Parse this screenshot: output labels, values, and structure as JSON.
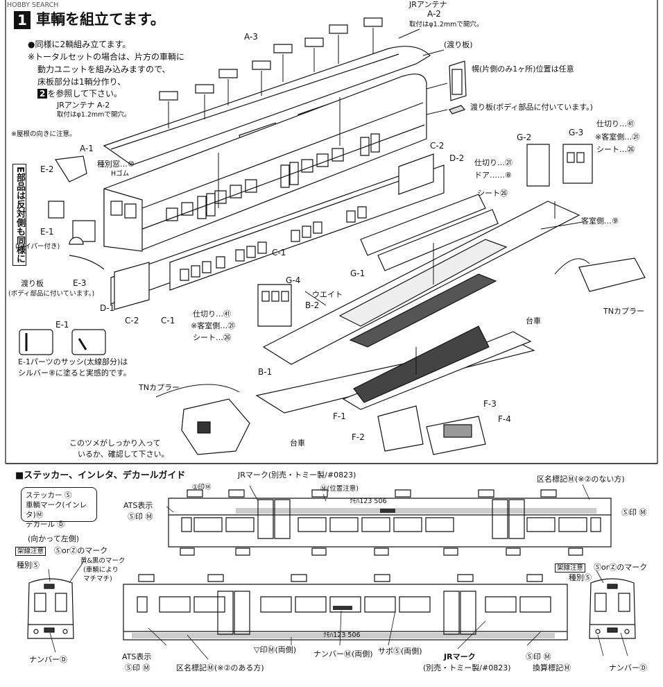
{
  "watermark": "HOBBY SEARCH",
  "step": {
    "number": "1",
    "title": "車輌を組立てます。"
  },
  "intro": {
    "line1": "●同様に2輌組み立てます。",
    "line2": "※トータルセットの場合は、片方の車輌に",
    "line3": "動力ユニットを組み込みますので、",
    "line4": "床板部分は1輌分作り、",
    "line5_num": "2",
    "line5": "を参照して下さい。"
  },
  "labels": {
    "jr_antenna_top": "JRアンテナ",
    "a2_top": "A-2",
    "a2_note_top": "取付はφ1.2mmで開穴。",
    "a3": "A-3",
    "watariita_top": "(渡り板)",
    "horo": "幌(片側のみ1ヶ所)位置は任意",
    "watariita_body": "渡り板(ボディ部品に付いています。)",
    "jr_antenna_left": "JRアンテナ A-2",
    "a2_note_left": "取付はφ1.2mmで開穴。",
    "roof_note": "※屋根の向きに注意。",
    "a1": "A-1",
    "c2_top": "C-2",
    "d2": "D-2",
    "e2": "E-2",
    "e_side_note": "E部品は反対側も同様に",
    "shubetsu": "種別窓…⑩",
    "h_gomu": "Hゴム",
    "e1": "E-1",
    "wiper": "(ワイパー付き)",
    "watariita_left": "渡り板",
    "watariita_left_note": "(ボディ部品に付いています。)",
    "e3": "E-3",
    "c1_right": "C-1",
    "d1": "D-1",
    "c2_bottom": "C-2",
    "c1_bottom": "C-1",
    "g2": "G-2",
    "g3": "G-3",
    "shikiri_r": "仕切り…㊶",
    "kyakushitsu_r": "※客室側…㉑",
    "seat_r": "シート…㉖",
    "shikiri_d": "仕切り…㉑",
    "door_d": "ドア……⑧",
    "seat_g1": "シート㉖",
    "kyakushitsu_9": "客室側…⑨",
    "g1": "G-1",
    "g4": "G-4",
    "weight": "ウエイト",
    "b2": "B-2",
    "shikiri_l": "仕切り…㊶",
    "kyakushitsu_l": "※客室側…㉑",
    "seat_l": "シート…㉖",
    "daisha_r": "台車",
    "tn_coupler_r": "TNカプラー",
    "e1_sash": "E-1",
    "sash_note1": "E-1パーツのサッシ(太線部分)は",
    "sash_note2": "シルバー⑧に塗ると実感的です。",
    "b1": "B-1",
    "tn_coupler_l": "TNカプラー",
    "tsume_note1": "このツメがしっかり入って",
    "tsume_note2": "いるか、確認して下さい。",
    "f1": "F-1",
    "f2": "F-2",
    "f3": "F-3",
    "f4": "F-4",
    "daisha_l": "台車"
  },
  "sticker_guide": {
    "title": "■ステッカー、インレタ、デカールガイド",
    "legend1": "ステッカー Ⓢ",
    "legend2": "車輌マーク(インレタ)Ⓜ",
    "legend3": "デカール Ⓓ",
    "jr_mark_top": "JRマーク(別売・トミー製/#0823)",
    "mark1": "①印Ⓜ",
    "pos_note": "Ⓜ(位置注意)",
    "kumei_top": "区名標記Ⓜ(※②のない方)",
    "ats_top": "ATS表示",
    "s_in_top": "Ⓢ印 Ⓜ",
    "s_in_right": "Ⓢ印 Ⓜ",
    "left_side": "(向かって左側)",
    "kasen_l": "架線注意",
    "s_or_z_l": "ⓈorⓏのマーク",
    "yellow_black": "黄&黒のマーク",
    "yellow_black2": "(車輌により",
    "yellow_black3": "マチマチ)",
    "shubetsu_l": "種別Ⓢ",
    "kasen_r": "架線注意",
    "s_or_z_r": "ⓈorⓏのマーク",
    "shubetsu_r": "種別Ⓢ",
    "number_l": "ナンバーⒹ",
    "ats_bottom": "ATS表示",
    "s_in_bottom": "Ⓢ印 Ⓜ",
    "kumei_bottom": "区名標記Ⓜ(※②のある方)",
    "tri_mark": "▽印Ⓜ(両側)",
    "number_m": "ナンバーⓂ(両側)",
    "sabo": "サボⓈ(両側)",
    "jr_mark_bottom": "JRマーク",
    "jr_mark_bottom2": "(別売・トミー製/#0823)",
    "s_in_br": "Ⓢ印 Ⓜ",
    "kansan": "換算標記Ⓜ",
    "number_r": "ナンバーⒹ",
    "car_number": "ｸﾓﾊ123 506"
  }
}
